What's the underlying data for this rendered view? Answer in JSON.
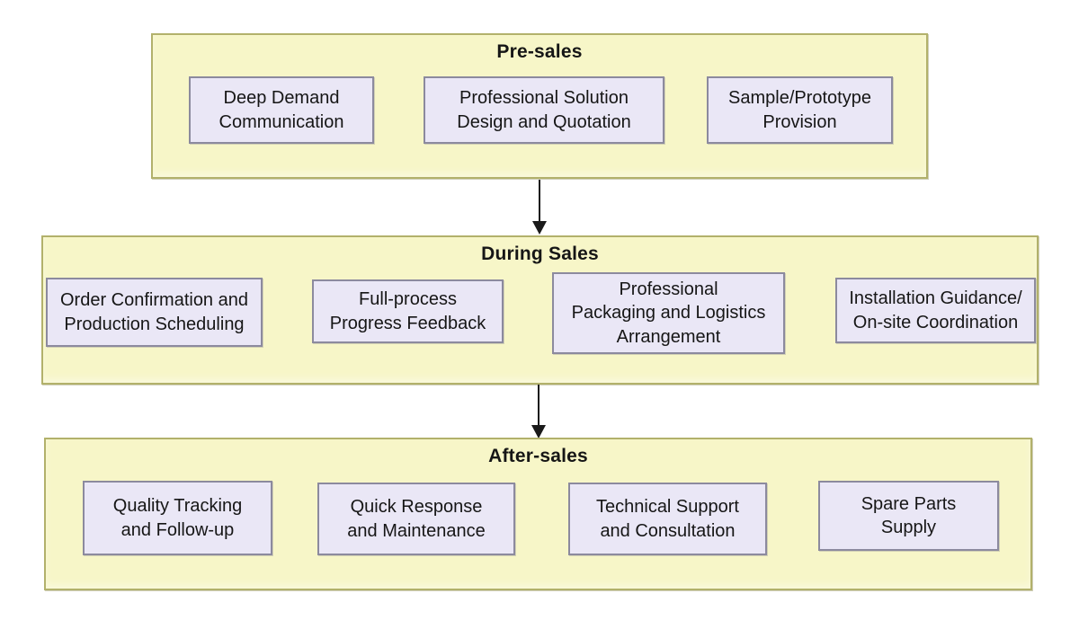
{
  "styles": {
    "stage_fill": "#f7f6c8",
    "stage_border": "#b2b16b",
    "node_fill": "#eae7f6",
    "node_border": "#8c8a9e",
    "text_color": "#161616",
    "arrow_color": "#1a1a1a"
  },
  "stages": [
    {
      "title": "Pre-sales",
      "nodes": [
        {
          "label": "Deep Demand\nCommunication"
        },
        {
          "label": "Professional Solution\nDesign and Quotation"
        },
        {
          "label": "Sample/Prototype\nProvision"
        }
      ]
    },
    {
      "title": "During Sales",
      "nodes": [
        {
          "label": "Order Confirmation and\nProduction Scheduling"
        },
        {
          "label": "Full-process\nProgress Feedback"
        },
        {
          "label": "Professional\nPackaging and Logistics\nArrangement"
        },
        {
          "label": "Installation Guidance/\nOn-site Coordination"
        }
      ]
    },
    {
      "title": "After-sales",
      "nodes": [
        {
          "label": "Quality Tracking\nand Follow-up"
        },
        {
          "label": "Quick Response\nand Maintenance"
        },
        {
          "label": "Technical Support\nand Consultation"
        },
        {
          "label": "Spare Parts\nSupply"
        }
      ]
    }
  ]
}
